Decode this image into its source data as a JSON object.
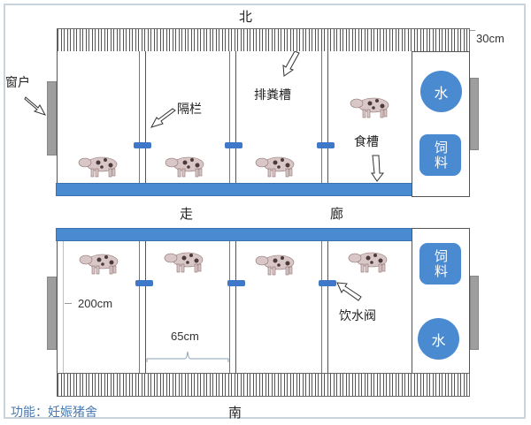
{
  "directions": {
    "north": "北",
    "south": "南"
  },
  "corridor": {
    "left_char": "走",
    "right_char": "廊"
  },
  "dimensions": {
    "wall_thickness": "30cm",
    "pen_length": "200cm",
    "pen_width": "65cm"
  },
  "labels": {
    "window": "窗户",
    "fence": "隔栏",
    "manure_channel": "排粪槽",
    "feed_trough": "食槽",
    "water_valve": "饮水阀"
  },
  "service_panel": {
    "water": "水",
    "feed": "饲料"
  },
  "caption": "功能：妊娠猪舍",
  "colors": {
    "accent_blue": "#4a8ad0",
    "window_gray": "#9e9e9e",
    "caption_blue": "#4a7ab0"
  },
  "layout": {
    "rows": 2,
    "pens_per_row": 4,
    "pigs_upper_row": 4,
    "pigs_lower_row": 4
  }
}
